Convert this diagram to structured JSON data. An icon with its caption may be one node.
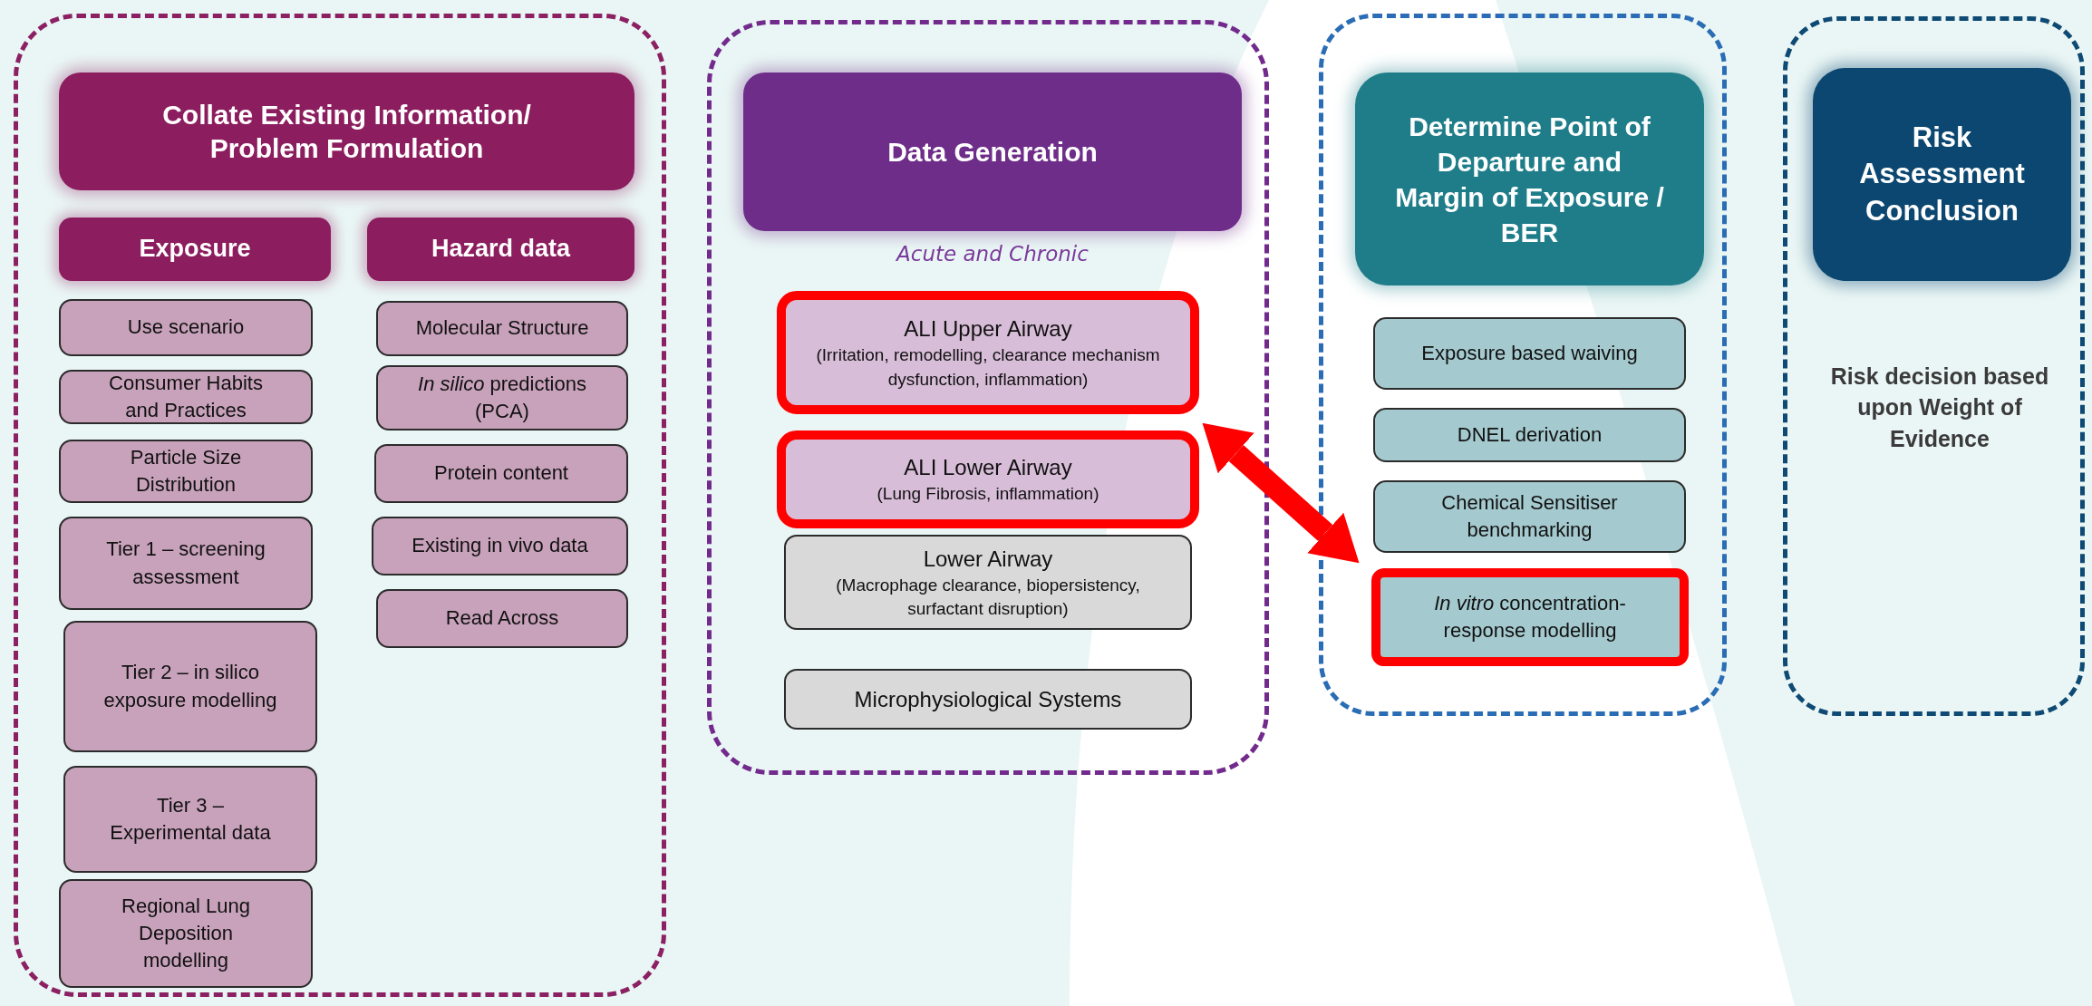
{
  "diagram": {
    "nodes": [
      {
        "text": [],
        "shape": "box"
      },
      {
        "text": [
          "Collate Existing Information/ Problem Formulation"
        ],
        "in": 0
      },
      {
        "text": [
          "Exposure"
        ],
        "in": 0
      },
      {
        "text": [
          "Hazard data"
        ],
        "in": 0
      },
      {
        "text": [
          "Use scenario"
        ],
        "in": 0
      },
      {
        "text": [
          "Consumer Habits and Practices"
        ],
        "in": 0
      },
      {
        "text": [
          "Particle Size Distribution"
        ],
        "in": 0
      },
      {
        "text": [
          "Tier 1 – screening assessment"
        ],
        "in": 0
      },
      {
        "text": [
          "Tier 2 – in silico exposure modelling"
        ],
        "in": 0
      },
      {
        "text": [
          "Tier 3 – Experimental data"
        ],
        "in": 0
      },
      {
        "text": [
          "Regional Lung Deposition modelling"
        ],
        "in": 0
      },
      {
        "text": [
          "Molecular Structure"
        ],
        "in": 0
      },
      {
        "text": [
          "*In silico* predictions (PCA)"
        ],
        "in": 0
      },
      {
        "text": [
          "Protein content"
        ],
        "in": 0
      },
      {
        "text": [
          "Existing in vivo data"
        ],
        "in": 0
      },
      {
        "text": [
          "Read Across"
        ],
        "in": 0
      },
      {
        "text": [],
        "shape": "box"
      },
      {
        "text": [
          "Data Generation"
        ],
        "in": 16,
        "beside": [
          "Acute and Chronic"
        ]
      },
      {
        "text": [
          "ALI Upper Airway",
          "(Irritation, remodelling, clearance mechanism dysfunction, inflammation)"
        ],
        "in": 16
      },
      {
        "text": [
          "ALI Lower Airway",
          "(Lung Fibrosis, inflammation)"
        ],
        "in": 16
      },
      {
        "text": [
          "Lower Airway",
          "(Macrophage clearance, biopersistency, surfactant disruption)"
        ],
        "in": 16
      },
      {
        "text": [
          "Microphysiological Systems"
        ],
        "in": 16
      },
      {
        "text": [],
        "shape": "box"
      },
      {
        "text": [
          "Determine Point of Departure and Margin of Exposure / BER"
        ],
        "in": 22
      },
      {
        "text": [
          "Exposure based waiving"
        ],
        "in": 22
      },
      {
        "text": [
          "DNEL derivation"
        ],
        "in": 22
      },
      {
        "text": [
          "Chemical Sensitiser benchmarking"
        ],
        "in": 22
      },
      {
        "text": [
          "*In vitro* concentration-response modelling"
        ],
        "in": 22
      },
      {
        "text": [],
        "shape": "box"
      },
      {
        "text": [
          "Risk Assessment Conclusion"
        ],
        "in": 28
      }
    ],
    "edges": [
      {
        "from": 19,
        "to": 27,
        "arrow": "both",
        "color": "#ff0000"
      }
    ],
    "labels": [
      "Risk decision based upon Weight of Evidence"
    ]
  }
}
